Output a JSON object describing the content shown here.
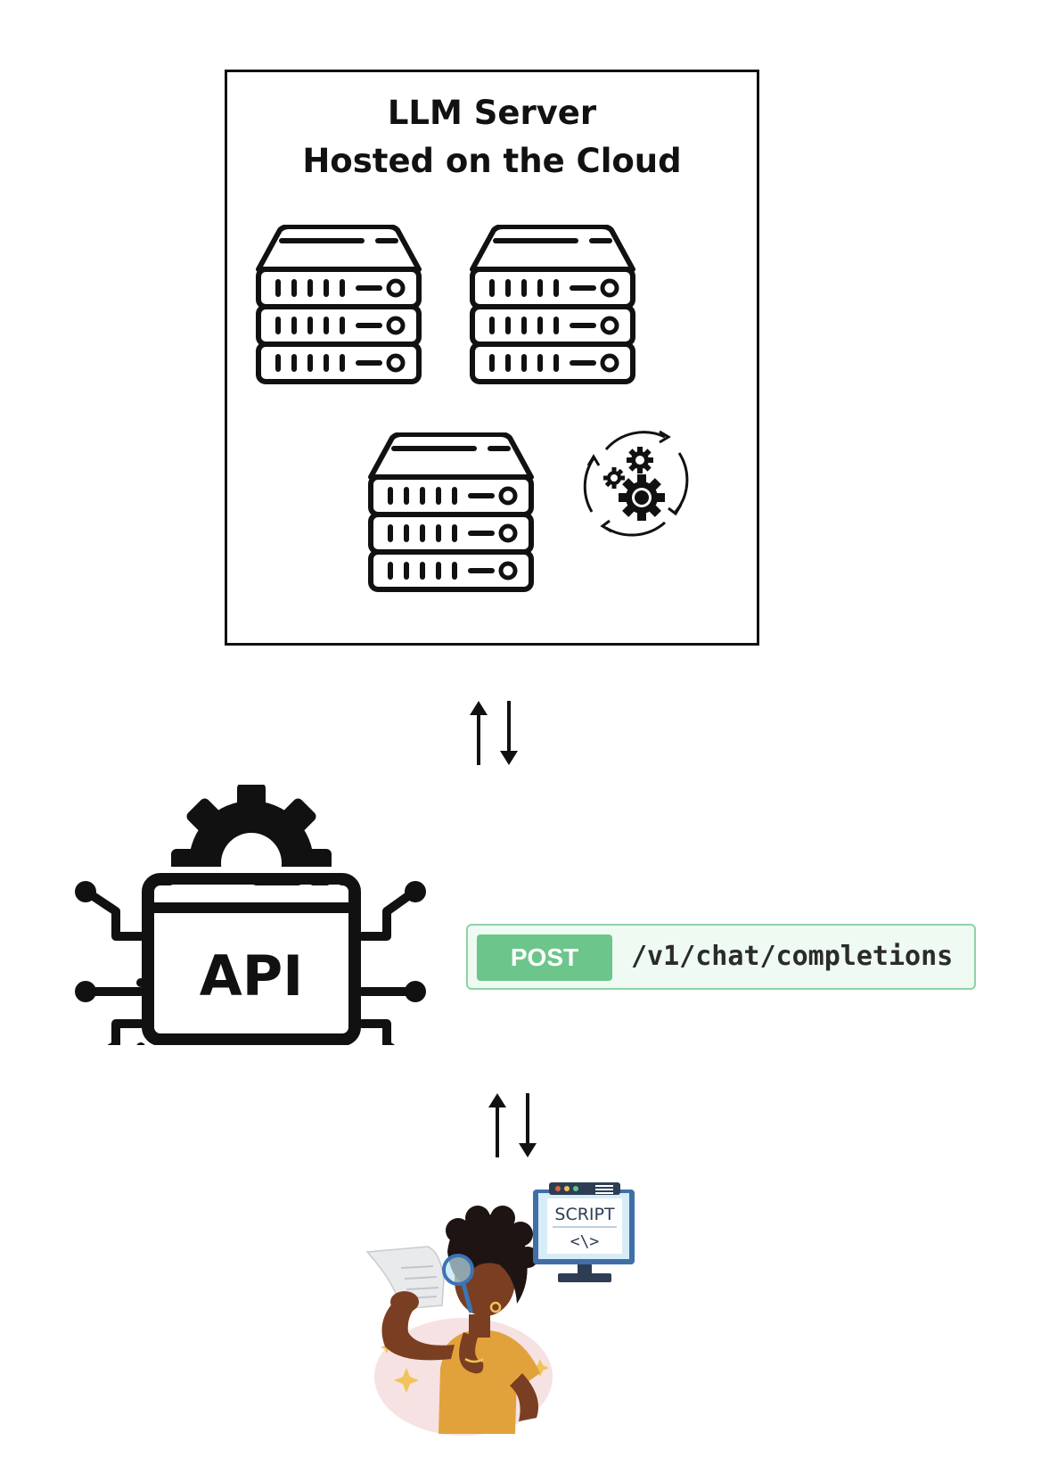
{
  "cloud": {
    "title_line1": "LLM Server",
    "title_line2": "Hosted on the Cloud"
  },
  "api": {
    "label": "API"
  },
  "endpoint": {
    "method": "POST",
    "path": "/v1/chat/completions",
    "method_color": "#6cc58b",
    "background_color": "#eefaf2",
    "border_color": "#8ed2a8"
  },
  "client": {
    "monitor_label": "SCRIPT",
    "monitor_code": "<\\>"
  },
  "icons": [
    "server-rack-icon",
    "gears-cycle-icon",
    "bidirectional-arrows-icon",
    "api-gear-icon",
    "developer-illustration",
    "script-monitor-icon"
  ]
}
